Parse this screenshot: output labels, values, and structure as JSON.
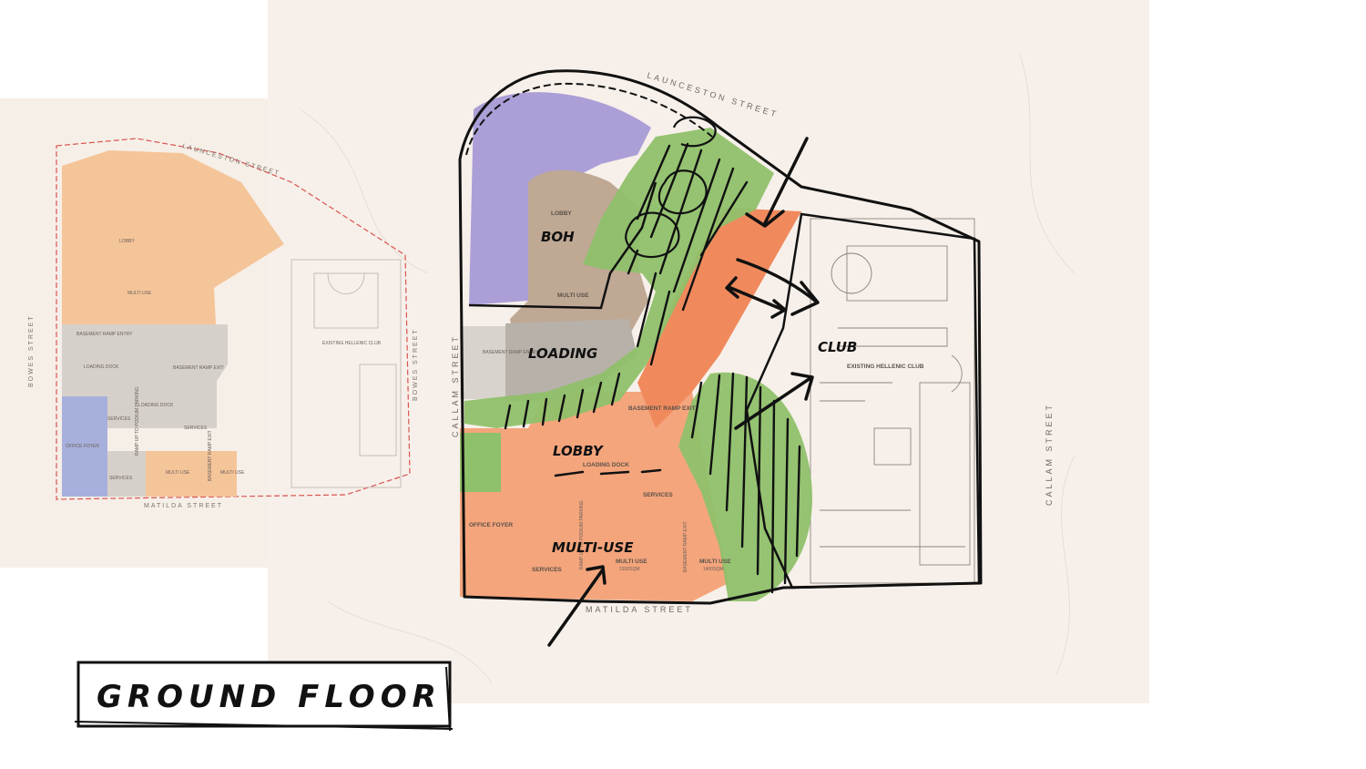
{
  "title": "GROUND FLOOR",
  "left_plan": {
    "streets": {
      "north": "LAUNCESTON STREET",
      "west": "BOWES STREET",
      "east": "BOWES STREET",
      "south": "MATILDA STREET"
    },
    "labels": {
      "lobby": "LOBBY",
      "multi_use": "MULTI USE",
      "basement_ramp_entry": "BASEMENT RAMP ENTRY",
      "loading_dock_1": "LOADING DOCK",
      "basement_ramp_exit": "BASEMENT RAMP EXIT",
      "loading_dock_2": "LOADING DOCK",
      "services_1": "SERVICES",
      "services_2": "SERVICES",
      "services_3": "SERVICES",
      "office_foyer": "OFFICE FOYER",
      "ramp_up": "RAMP UP TO PODIUM PARKING",
      "multi_use_2": "MULTI USE",
      "basement_ramp_2": "BASEMENT RAMP EXIT",
      "multi_use_3": "MULTI USE",
      "existing_club": "EXISTING HELLENIC CLUB"
    }
  },
  "main_plan": {
    "streets": {
      "north": "LAUNCESTON STREET",
      "west": "CALLAM STREET",
      "east": "CALLAM STREET",
      "south": "MATILDA STREET"
    },
    "labels": {
      "lobby": "LOBBY",
      "multi_use_top": "MULTI USE",
      "basement_entry": "BASEMENT RAMP ENTRY",
      "basement_exit": "BASEMENT RAMP EXIT",
      "loading_dock": "LOADING DOCK",
      "services": "SERVICES",
      "office_foyer": "OFFICE FOYER",
      "services_2": "SERVICES",
      "ramp": "RAMP UP TO PODIUM PARKING",
      "multi_use_bottom": "MULTI USE",
      "multi_use_bottom_area": "3100SQM",
      "basement_ramp": "BASEMENT RAMP EXIT",
      "multi_use_right": "MULTI USE",
      "multi_use_right_area": "1400SQM",
      "existing_club": "EXISTING HELLENIC CLUB"
    }
  },
  "sketch_labels": {
    "boh": "BOH",
    "loading": "LOADING",
    "lobby": "LOBBY",
    "multi_use": "MULTI-USE",
    "club": "CLUB"
  },
  "colors": {
    "paper": "#f6efe8",
    "orange_light": "#f5c59a",
    "orange_sketch": "#f08a5d",
    "purple": "#a89ad6",
    "tan": "#bfa894",
    "green": "#8fc06a",
    "grey": "#cfcac4",
    "blue": "#9aa6d8",
    "ink": "#111111"
  }
}
